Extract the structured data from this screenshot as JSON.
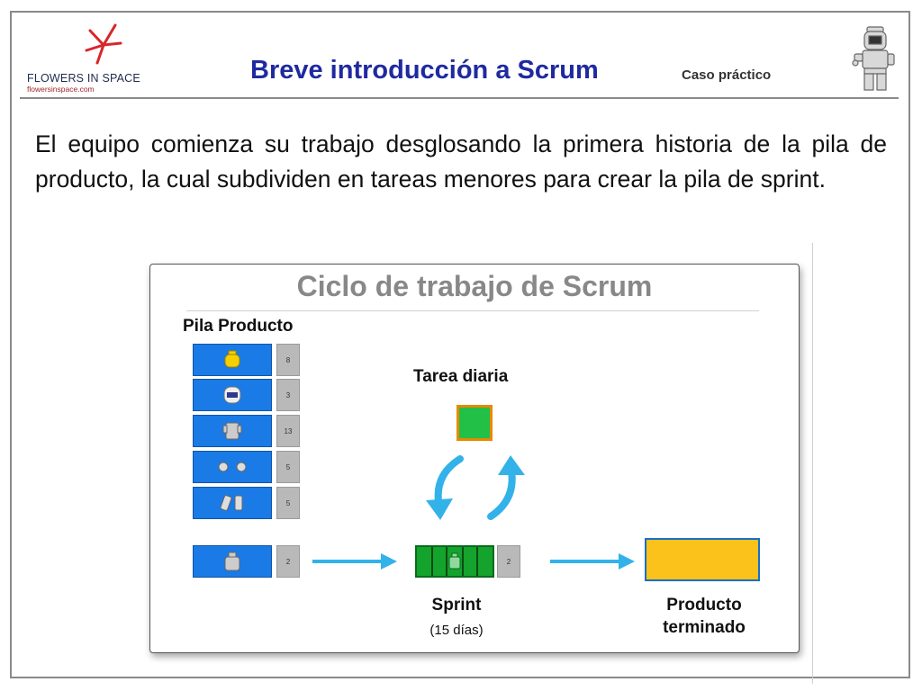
{
  "logo": {
    "name": "FLOWERS IN SPACE",
    "url": "flowersinspace.com"
  },
  "header": {
    "title": "Breve introducción a Scrum",
    "subtitle": "Caso práctico"
  },
  "body_text": "El equipo comienza su trabajo desglosando la primera historia de la pila de producto, la cual subdividen en tareas menores para crear la pila de sprint.",
  "diagram": {
    "title": "Ciclo de trabajo de Scrum",
    "pila_label": "Pila Producto",
    "stories": [
      {
        "icon": "lego-head-icon",
        "points": "8"
      },
      {
        "icon": "lego-helmet-icon",
        "points": "3"
      },
      {
        "icon": "lego-torso-icon",
        "points": "13"
      },
      {
        "icon": "lego-hands-icon",
        "points": "5"
      },
      {
        "icon": "lego-legs-icon",
        "points": "5"
      }
    ],
    "selected_story": {
      "icon": "lego-backpack-icon",
      "points": "2"
    },
    "tarea_label": "Tarea diaria",
    "sprint_label": "Sprint",
    "sprint_days": "(15 días)",
    "sprint_points": "2",
    "producto_label_line1": "Producto",
    "producto_label_line2": "terminado",
    "colors": {
      "story_blue": "#1a7ae6",
      "sprint_green": "#14a32c",
      "product_yellow": "#fcc21c",
      "arrow_blue": "#33b2ea"
    }
  }
}
